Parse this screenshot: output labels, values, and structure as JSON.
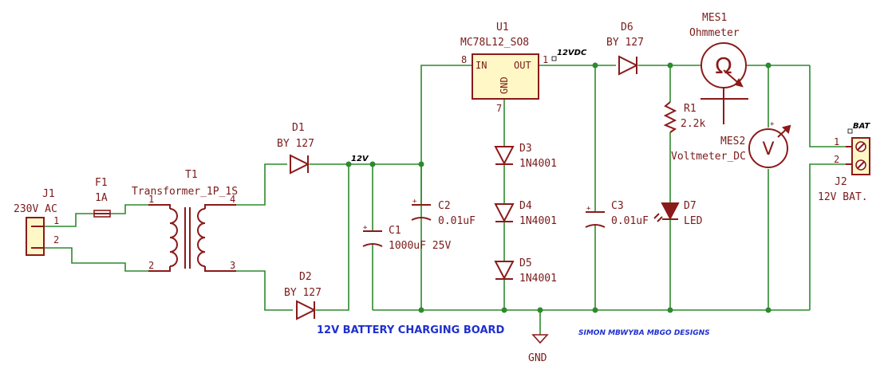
{
  "title": "12V BATTERY CHARGING BOARD",
  "credit": "SIMON MBWYBA MBGO DESIGNS",
  "components": {
    "j1": {
      "ref": "J1",
      "value": "230V AC",
      "pins": [
        "1",
        "2"
      ]
    },
    "f1": {
      "ref": "F1",
      "value": "1A"
    },
    "t1": {
      "ref": "T1",
      "value": "Transformer_1P_1S",
      "pins": [
        "1",
        "2",
        "4",
        "3"
      ]
    },
    "d1": {
      "ref": "D1",
      "value": "BY 127"
    },
    "d2": {
      "ref": "D2",
      "value": "BY 127"
    },
    "c1": {
      "ref": "C1",
      "value": "1000uF 25V"
    },
    "c2": {
      "ref": "C2",
      "value": "0.01uF"
    },
    "u1": {
      "ref": "U1",
      "value": "MC78L12_SO8",
      "pin_in": "IN",
      "pin_out": "OUT",
      "pin_gnd": "GND",
      "pin_in_num": "8",
      "pin_out_num": "1",
      "pin_gnd_num": "7"
    },
    "d3": {
      "ref": "D3",
      "value": "1N4001"
    },
    "d4": {
      "ref": "D4",
      "value": "1N4001"
    },
    "d5": {
      "ref": "D5",
      "value": "1N4001"
    },
    "c3": {
      "ref": "C3",
      "value": "0.01uF"
    },
    "d6": {
      "ref": "D6",
      "value": "BY 127"
    },
    "r1": {
      "ref": "R1",
      "value": "2.2k"
    },
    "d7": {
      "ref": "D7",
      "value": "LED"
    },
    "mes1": {
      "ref": "MES1",
      "value": "Ohmmeter",
      "symbol": "Ω"
    },
    "mes2": {
      "ref": "MES2",
      "value": "Voltmeter_DC",
      "symbol": "V"
    },
    "j2": {
      "ref": "J2",
      "value": "12V BAT.",
      "pins": [
        "1",
        "2"
      ]
    }
  },
  "nets": {
    "v12": "12V",
    "v12dc": "12VDC",
    "bat": "BAT",
    "gnd": "GND"
  },
  "polarity": "+"
}
